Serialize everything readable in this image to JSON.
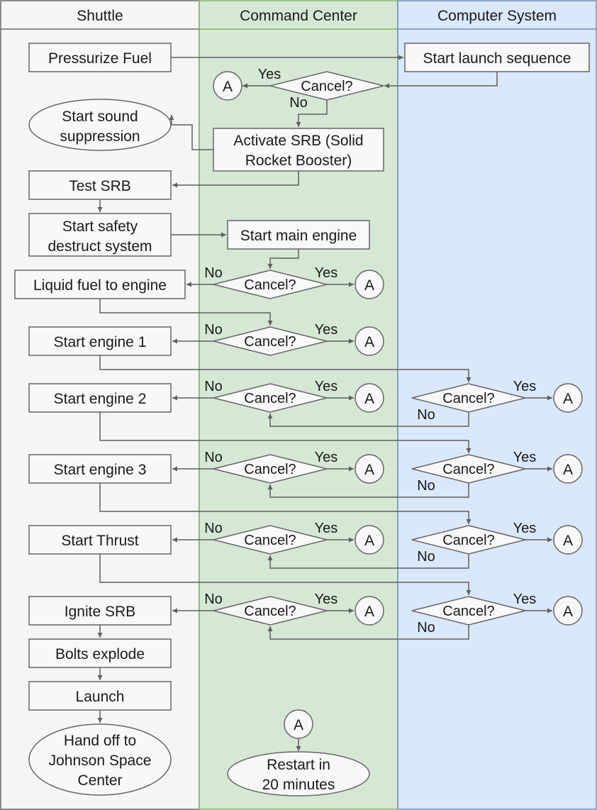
{
  "lanes": {
    "shuttle": "Shuttle",
    "command": "Command Center",
    "computer": "Computer System"
  },
  "colors": {
    "shuttle_fill": "#f5f5f5",
    "command_fill": "#d5e8d4",
    "command_stroke": "#82b366",
    "computer_fill": "#dae8fc",
    "computer_stroke": "#6c8ebf",
    "edge": "#5f5f5f",
    "node_fill": "#f8f8f8"
  },
  "nodes": {
    "pressurize_fuel": "Pressurize Fuel",
    "start_launch_sequence": "Start launch sequence",
    "sound_suppression_1": "Start sound",
    "sound_suppression_2": "suppression",
    "activate_srb_1": "Activate SRB (Solid",
    "activate_srb_2": "Rocket Booster)",
    "test_srb": "Test SRB",
    "safety_destruct_1": "Start safety",
    "safety_destruct_2": "destruct system",
    "start_main_engine": "Start main engine",
    "liquid_fuel": "Liquid fuel to engine",
    "start_engine_1": "Start engine 1",
    "start_engine_2": "Start engine 2",
    "start_engine_3": "Start engine 3",
    "start_thrust": "Start Thrust",
    "ignite_srb": "Ignite SRB",
    "bolts_explode": "Bolts explode",
    "launch": "Launch",
    "hand_off_1": "Hand off to",
    "hand_off_2": "Johnson Space",
    "hand_off_3": "Center",
    "restart_1": "Restart in",
    "restart_2": "20 minutes",
    "cancel": "Cancel?",
    "connector": "A"
  },
  "labels": {
    "yes": "Yes",
    "no": "No"
  }
}
